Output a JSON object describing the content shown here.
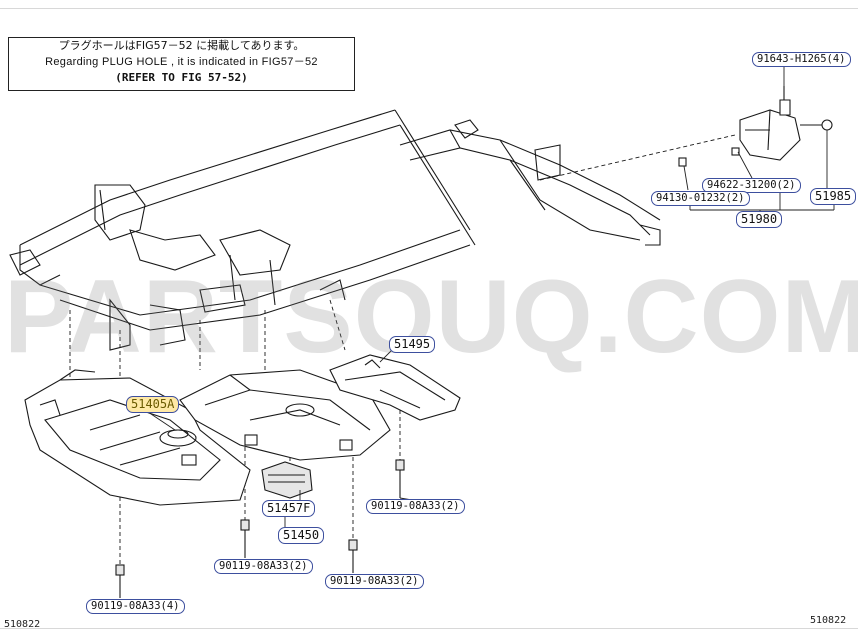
{
  "note": {
    "line1": "プラグホールはFIG57－52 に掲載してあります。",
    "line2": "Regarding PLUG HOLE , it is indicated in FIG57－52",
    "line3": "(REFER TO FIG 57-52)"
  },
  "parts": {
    "p91643": "91643-H1265(4)",
    "p94622": "94622-31200(2)",
    "p94130": "94130-01232(2)",
    "p51985": "51985",
    "p51980": "51980",
    "p51495": "51495",
    "p51405A": "51405A",
    "p51457F": "51457F",
    "p51450": "51450",
    "p90119_r": "90119-08A33(2)",
    "p90119_m": "90119-08A33(2)",
    "p90119_b": "90119-08A33(2)",
    "p90119_l": "90119-08A33(4)"
  },
  "watermark": "PARTSOUQ.COM",
  "page_numbers": {
    "left": "510822",
    "right": "510822"
  },
  "colors": {
    "callout_border": "#3d4f9e",
    "highlight": "#ffe9a6",
    "line": "#1a1a1a"
  }
}
